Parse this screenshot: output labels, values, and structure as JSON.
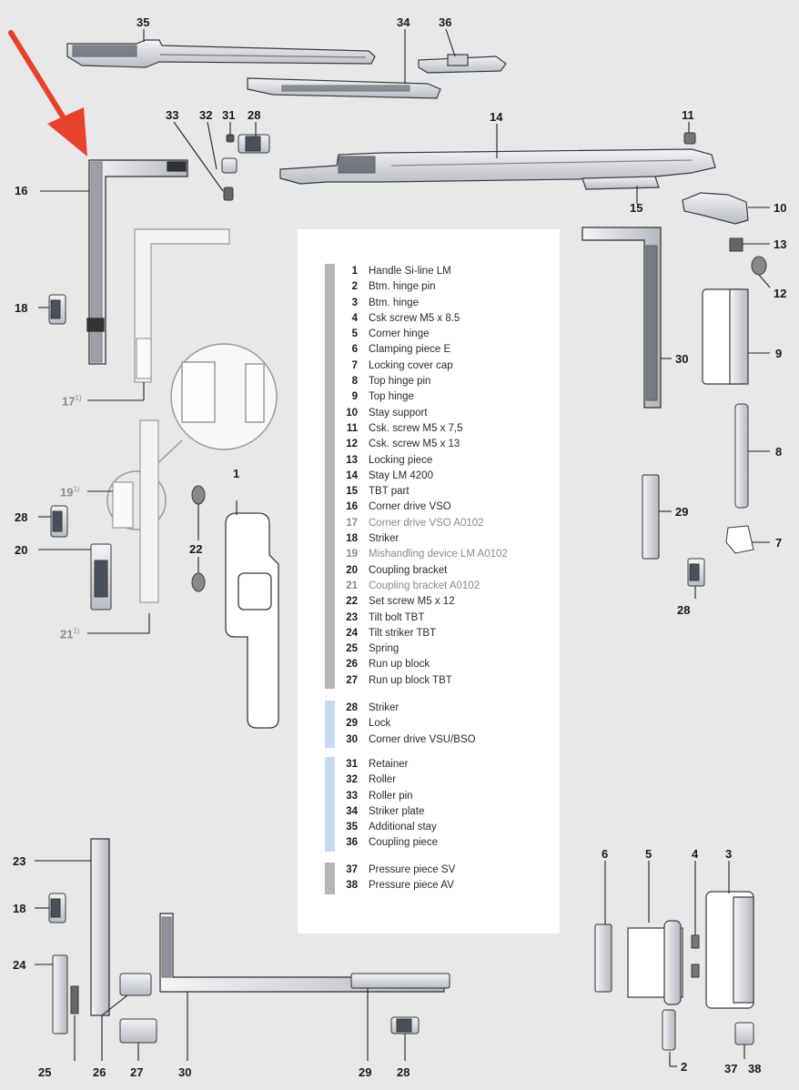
{
  "callouts": [
    {
      "id": "35",
      "text": "35"
    },
    {
      "id": "34",
      "text": "34"
    },
    {
      "id": "36",
      "text": "36"
    },
    {
      "id": "33",
      "text": "33"
    },
    {
      "id": "32",
      "text": "32"
    },
    {
      "id": "31",
      "text": "31"
    },
    {
      "id": "28a",
      "text": "28"
    },
    {
      "id": "14",
      "text": "14"
    },
    {
      "id": "11",
      "text": "11"
    },
    {
      "id": "16",
      "text": "16"
    },
    {
      "id": "15",
      "text": "15"
    },
    {
      "id": "10",
      "text": "10"
    },
    {
      "id": "13",
      "text": "13"
    },
    {
      "id": "12",
      "text": "12"
    },
    {
      "id": "18a",
      "text": "18"
    },
    {
      "id": "30a",
      "text": "30"
    },
    {
      "id": "9",
      "text": "9"
    },
    {
      "id": "17",
      "text": "17",
      "sup": "1)"
    },
    {
      "id": "8",
      "text": "8"
    },
    {
      "id": "1",
      "text": "1"
    },
    {
      "id": "19",
      "text": "19",
      "sup": "1)"
    },
    {
      "id": "29a",
      "text": "29"
    },
    {
      "id": "28b",
      "text": "28"
    },
    {
      "id": "7",
      "text": "7"
    },
    {
      "id": "20",
      "text": "20"
    },
    {
      "id": "22",
      "text": "22"
    },
    {
      "id": "28c",
      "text": "28"
    },
    {
      "id": "21",
      "text": "21",
      "sup": "1)"
    },
    {
      "id": "6",
      "text": "6"
    },
    {
      "id": "5",
      "text": "5"
    },
    {
      "id": "4",
      "text": "4"
    },
    {
      "id": "3",
      "text": "3"
    },
    {
      "id": "23",
      "text": "23"
    },
    {
      "id": "18b",
      "text": "18"
    },
    {
      "id": "24",
      "text": "24"
    },
    {
      "id": "2",
      "text": "2"
    },
    {
      "id": "25",
      "text": "25"
    },
    {
      "id": "26",
      "text": "26"
    },
    {
      "id": "27",
      "text": "27"
    },
    {
      "id": "30b",
      "text": "30"
    },
    {
      "id": "29b",
      "text": "29"
    },
    {
      "id": "28d",
      "text": "28"
    },
    {
      "id": "37",
      "text": "37"
    },
    {
      "id": "38",
      "text": "38"
    }
  ],
  "legend": {
    "groups": [
      {
        "bar_color": "#b5b5b5",
        "items": [
          {
            "num": "1",
            "label": "Handle Si-line LM"
          },
          {
            "num": "2",
            "label": "Btm. hinge pin"
          },
          {
            "num": "3",
            "label": "Btm. hinge"
          },
          {
            "num": "4",
            "label": "Csk screw M5 x 8.5"
          },
          {
            "num": "5",
            "label": "Corner hinge"
          },
          {
            "num": "6",
            "label": "Clamping piece E"
          },
          {
            "num": "7",
            "label": "Locking cover cap"
          },
          {
            "num": "8",
            "label": "Top hinge pin"
          },
          {
            "num": "9",
            "label": "Top hinge"
          },
          {
            "num": "10",
            "label": "Stay support"
          },
          {
            "num": "11",
            "label": "Csk. screw M5 x 7,5"
          },
          {
            "num": "12",
            "label": "Csk. screw M5 x 13"
          },
          {
            "num": "13",
            "label": "Locking piece"
          },
          {
            "num": "14",
            "label": "Stay LM 4200"
          },
          {
            "num": "15",
            "label": "TBT part"
          },
          {
            "num": "16",
            "label": "Corner drive VSO"
          },
          {
            "num": "17",
            "label": "Corner drive VSO A0102",
            "muted": true
          },
          {
            "num": "18",
            "label": "Striker"
          },
          {
            "num": "19",
            "label": "Mishandling device LM A0102",
            "muted": true
          },
          {
            "num": "20",
            "label": "Coupling bracket"
          },
          {
            "num": "21",
            "label": "Coupling bracket A0102",
            "muted": true
          },
          {
            "num": "22",
            "label": "Set screw M5 x 12"
          },
          {
            "num": "23",
            "label": "Tilt bolt TBT"
          },
          {
            "num": "24",
            "label": "Tilt striker TBT"
          },
          {
            "num": "25",
            "label": "Spring"
          },
          {
            "num": "26",
            "label": "Run up block"
          },
          {
            "num": "27",
            "label": "Run up block TBT"
          }
        ]
      },
      {
        "bar_color": "#c8daf2",
        "items": [
          {
            "num": "28",
            "label": "Striker"
          },
          {
            "num": "29",
            "label": "Lock"
          },
          {
            "num": "30",
            "label": "Corner drive VSU/BSO"
          }
        ]
      },
      {
        "bar_color": "#c8daf2",
        "items": [
          {
            "num": "31",
            "label": "Retainer"
          },
          {
            "num": "32",
            "label": "Roller"
          },
          {
            "num": "33",
            "label": "Roller pin"
          },
          {
            "num": "34",
            "label": "Striker plate"
          },
          {
            "num": "35",
            "label": "Additional stay"
          },
          {
            "num": "36",
            "label": "Coupling piece"
          }
        ]
      },
      {
        "bar_color": "#b5b5b5",
        "items": [
          {
            "num": "37",
            "label": "Pressure piece SV"
          },
          {
            "num": "38",
            "label": "Pressure piece AV"
          }
        ]
      }
    ]
  },
  "colors": {
    "arrow": "#e8412c",
    "part_fill": "#ffffff",
    "part_stroke": "#3a3a3a",
    "part_dark": "#4a4f5c",
    "ghost_stroke": "#9a9a9a"
  }
}
